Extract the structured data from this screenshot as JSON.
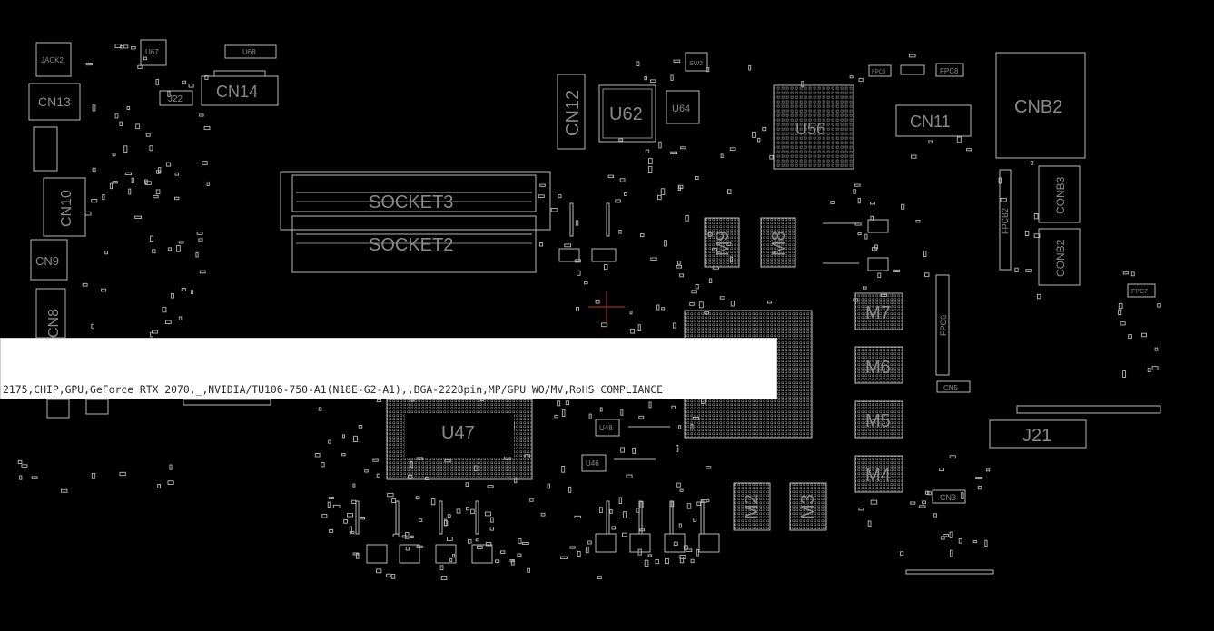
{
  "colors": {
    "background": "#000000",
    "outline": "#b8b8b8",
    "label": "#8a8a8a",
    "tooltip_bg": "#ffffff",
    "tooltip_text": "#2a2a2a",
    "cursor": "#c0392b"
  },
  "tooltip": {
    "text": "2175,CHIP,GPU,GeForce RTX 2070,_,NVIDIA/TU106-750-A1(N18E-G2-A1),,BGA-2228pin,MP/GPU WO/MV,RoHS COMPLIANCE"
  },
  "components": [
    {
      "id": "JACK2",
      "label": "JACK2"
    },
    {
      "id": "U67",
      "label": "U67"
    },
    {
      "id": "U68",
      "label": "U68"
    },
    {
      "id": "CN13",
      "label": "CN13"
    },
    {
      "id": "CN14",
      "label": "CN14"
    },
    {
      "id": "J22",
      "label": "J22"
    },
    {
      "id": "CN10",
      "label": "CN10"
    },
    {
      "id": "CN9",
      "label": "CN9"
    },
    {
      "id": "CN8",
      "label": "CN8"
    },
    {
      "id": "SOCKET3",
      "label": "SOCKET3"
    },
    {
      "id": "SOCKET2",
      "label": "SOCKET2"
    },
    {
      "id": "CN12",
      "label": "CN12"
    },
    {
      "id": "U62",
      "label": "U62"
    },
    {
      "id": "U64",
      "label": "U64"
    },
    {
      "id": "SW2",
      "label": "SW2"
    },
    {
      "id": "U56",
      "label": "U56"
    },
    {
      "id": "FPC3",
      "label": "FPC3"
    },
    {
      "id": "FPC8",
      "label": "FPC8"
    },
    {
      "id": "CN11",
      "label": "CN11"
    },
    {
      "id": "CNB2",
      "label": "CNB2"
    },
    {
      "id": "FPCB2",
      "label": "FPCB2"
    },
    {
      "id": "CONB3",
      "label": "CONB3"
    },
    {
      "id": "CONB2",
      "label": "CONB2"
    },
    {
      "id": "M9",
      "label": "M9"
    },
    {
      "id": "M8",
      "label": "M8"
    },
    {
      "id": "FPC6",
      "label": "FPC6"
    },
    {
      "id": "FPC7",
      "label": "FPC7"
    },
    {
      "id": "M7",
      "label": "M7"
    },
    {
      "id": "M6",
      "label": "M6"
    },
    {
      "id": "M5",
      "label": "M5"
    },
    {
      "id": "M4",
      "label": "M4"
    },
    {
      "id": "M3",
      "label": "M3"
    },
    {
      "id": "M2",
      "label": "M2"
    },
    {
      "id": "CN5",
      "label": "CN5"
    },
    {
      "id": "J21",
      "label": "J21"
    },
    {
      "id": "CN3",
      "label": "CN3"
    },
    {
      "id": "U47",
      "label": "U47"
    },
    {
      "id": "U48",
      "label": "U48"
    },
    {
      "id": "U46",
      "label": "U46"
    }
  ]
}
